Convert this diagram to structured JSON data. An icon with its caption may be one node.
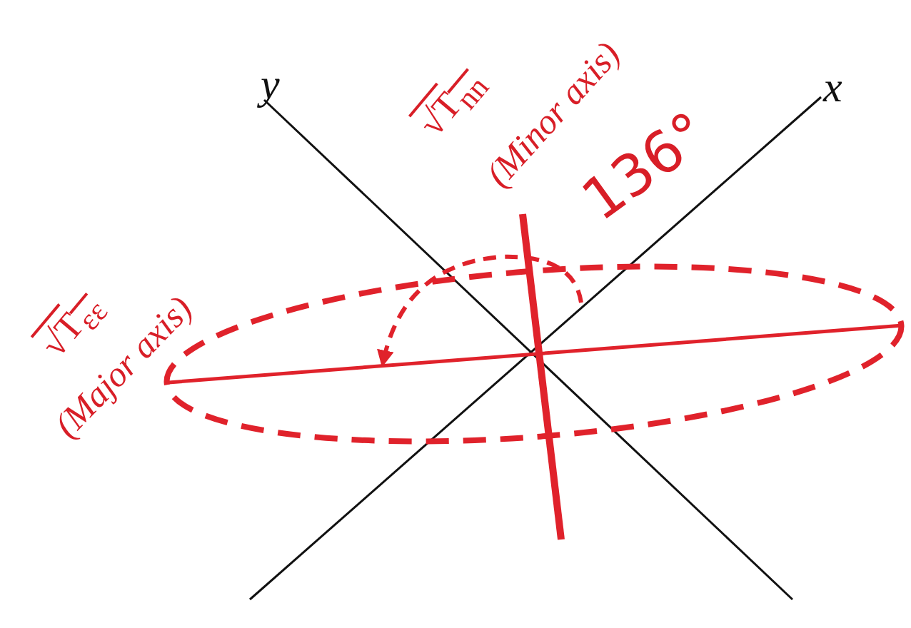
{
  "diagram": {
    "labels": [
      "y",
      "√T$_{nn}$",
      "(Minor axis)",
      "x",
      "136°",
      "√T$_{εε}$",
      "(Major axis)"
    ]
  }
}
